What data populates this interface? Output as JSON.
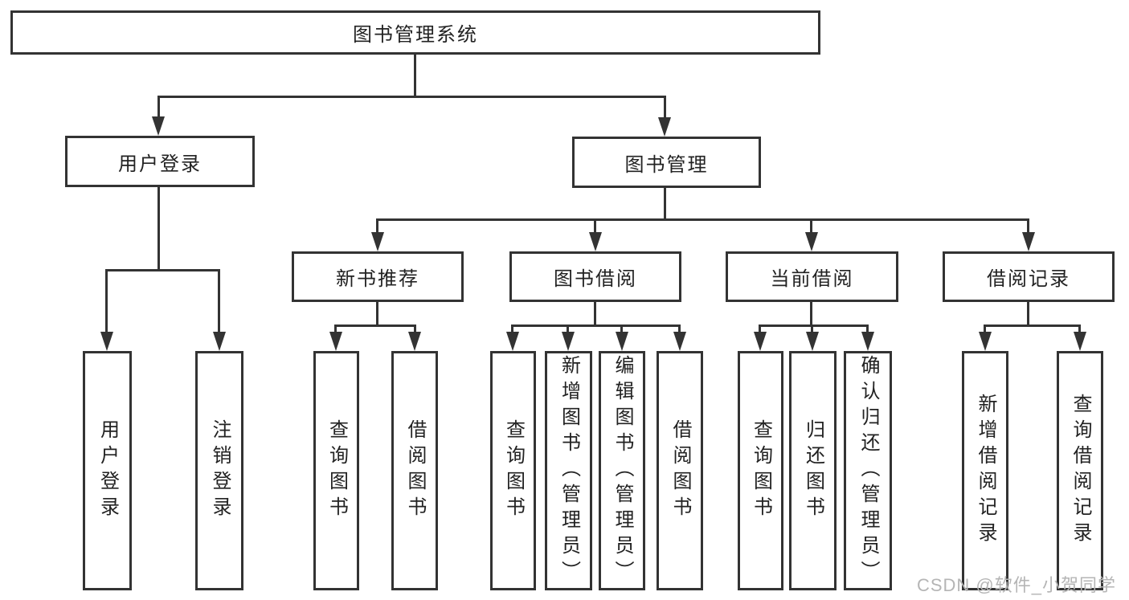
{
  "diagram": {
    "title_node": "图书管理系统",
    "root": {
      "label": "图书管理系统"
    },
    "branches": [
      {
        "label": "用户登录",
        "children": [
          {
            "label": "用户登录"
          },
          {
            "label": "注销登录"
          }
        ]
      },
      {
        "label": "图书管理",
        "children": [
          {
            "label": "新书推荐",
            "children": [
              {
                "label": "查询图书"
              },
              {
                "label": "借阅图书"
              }
            ]
          },
          {
            "label": "图书借阅",
            "children": [
              {
                "label": "查询图书"
              },
              {
                "label": "新增图书（管理员）"
              },
              {
                "label": "编辑图书（管理员）"
              },
              {
                "label": "借阅图书"
              }
            ]
          },
          {
            "label": "当前借阅",
            "children": [
              {
                "label": "查询图书"
              },
              {
                "label": "归还图书"
              },
              {
                "label": "确认归还（管理员）"
              }
            ]
          },
          {
            "label": "借阅记录",
            "children": [
              {
                "label": "新增借阅记录"
              },
              {
                "label": "查询借阅记录"
              }
            ]
          }
        ]
      }
    ]
  },
  "watermark": {
    "text": "CSDN @软件_小贺同学"
  },
  "colors": {
    "line": "#333333",
    "text": "#222222",
    "watermark": "#b5b5b5",
    "background": "#ffffff"
  }
}
